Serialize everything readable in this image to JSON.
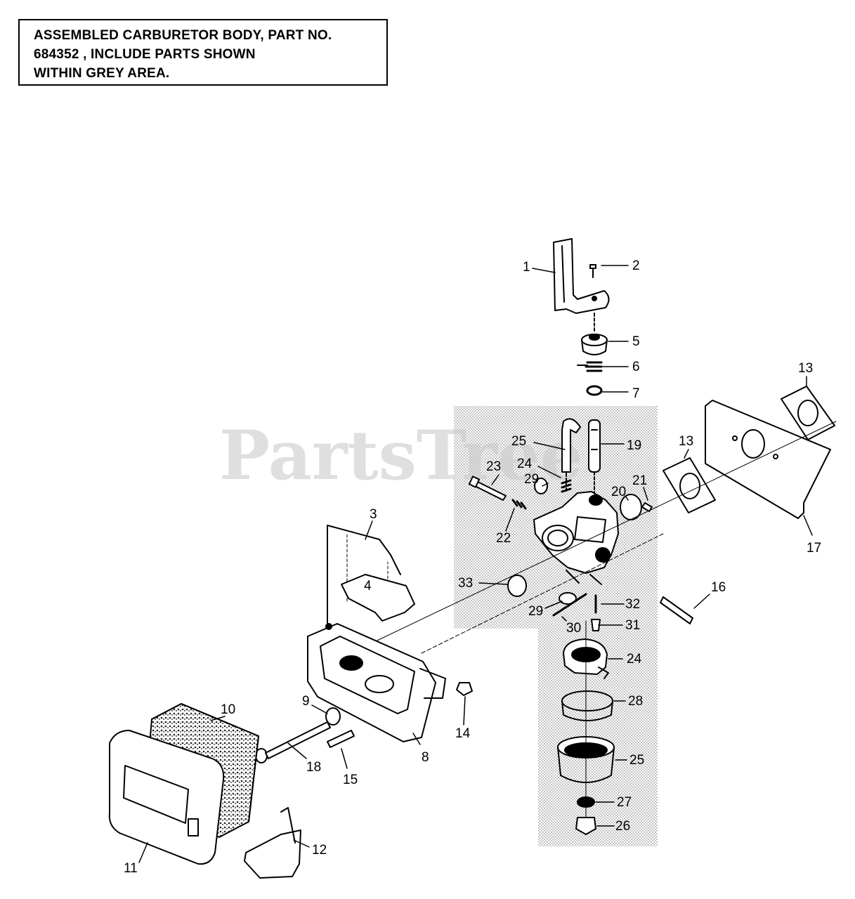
{
  "note": {
    "lines": [
      "ASSEMBLED CARBURETOR BODY, PART NO.",
      "684352 , INCLUDE PARTS SHOWN",
      "WITHIN GREY AREA."
    ]
  },
  "watermark": "PartsTree",
  "callouts": {
    "c1": "1",
    "c2": "2",
    "c3": "3",
    "c4": "4",
    "c5": "5",
    "c6": "6",
    "c7": "7",
    "c8": "8",
    "c9": "9",
    "c10": "10",
    "c11": "11",
    "c12": "12",
    "c13a": "13",
    "c13b": "13",
    "c14": "14",
    "c15": "15",
    "c16": "16",
    "c17": "17",
    "c18": "18",
    "c19": "19",
    "c20": "20",
    "c21": "21",
    "c22": "22",
    "c23": "23",
    "c24a": "24",
    "c24b": "24",
    "c25a": "25",
    "c25b": "25",
    "c26": "26",
    "c27": "27",
    "c28": "28",
    "c29a": "29",
    "c29b": "29",
    "c30": "30",
    "c31": "31",
    "c32": "32",
    "c33": "33"
  },
  "colors": {
    "grey_area": "#d9d9d9",
    "line": "#000000"
  }
}
